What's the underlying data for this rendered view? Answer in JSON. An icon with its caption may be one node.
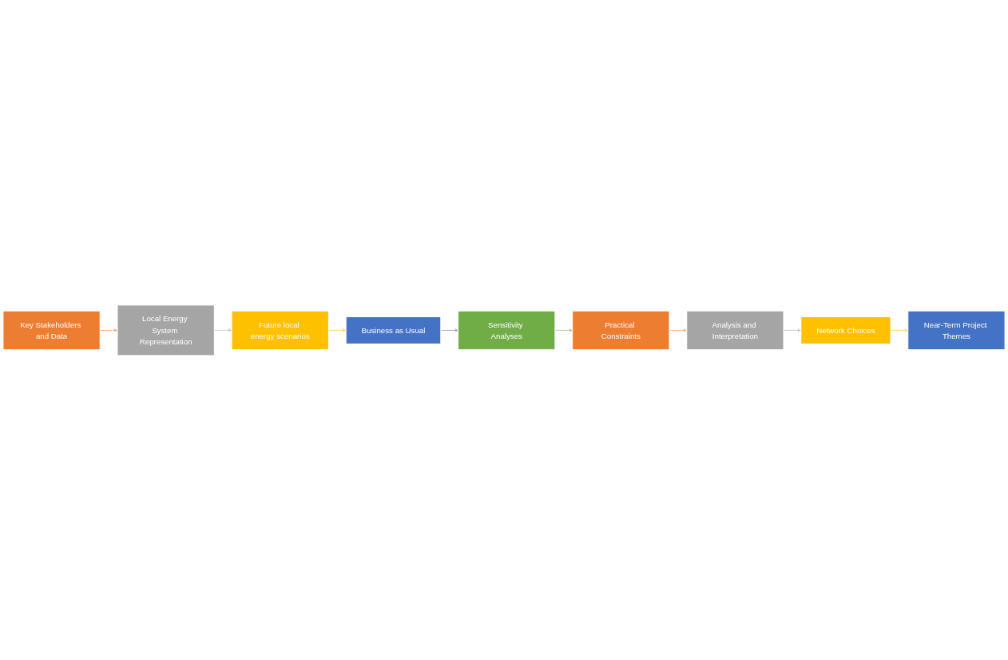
{
  "diagram": {
    "nodes": [
      {
        "text": [
          "Key Stakeholders and Data"
        ]
      },
      {
        "text": [
          "Local Energy System Representation"
        ]
      },
      {
        "text": [
          "Future local energy scenarios"
        ]
      },
      {
        "text": [
          "Business as Usual"
        ]
      },
      {
        "text": [
          "Sensitivity Analyses"
        ]
      },
      {
        "text": [
          "Practical Constraints"
        ]
      },
      {
        "text": [
          "Analysis and Interpretation"
        ]
      },
      {
        "text": [
          "Network Choices"
        ]
      },
      {
        "text": [
          "Near-Term Project Themes"
        ]
      }
    ],
    "edges": [
      {
        "from": 0,
        "to": 1,
        "arrow": "to",
        "color": "#f4b183"
      },
      {
        "from": 1,
        "to": 2,
        "arrow": "to",
        "color": "#c9c9c9"
      },
      {
        "from": 2,
        "to": 3,
        "arrow": "to",
        "color": "#ffd966"
      },
      {
        "from": 3,
        "to": 4,
        "arrow": "to",
        "color": "#8faadc"
      },
      {
        "from": 4,
        "to": 5,
        "arrow": "to",
        "color": "#a9d18e"
      },
      {
        "from": 5,
        "to": 6,
        "arrow": "to",
        "color": "#f4b183"
      },
      {
        "from": 6,
        "to": 7,
        "arrow": "to",
        "color": "#c9c9c9"
      },
      {
        "from": 7,
        "to": 8,
        "arrow": "to",
        "color": "#ffd966"
      }
    ]
  }
}
